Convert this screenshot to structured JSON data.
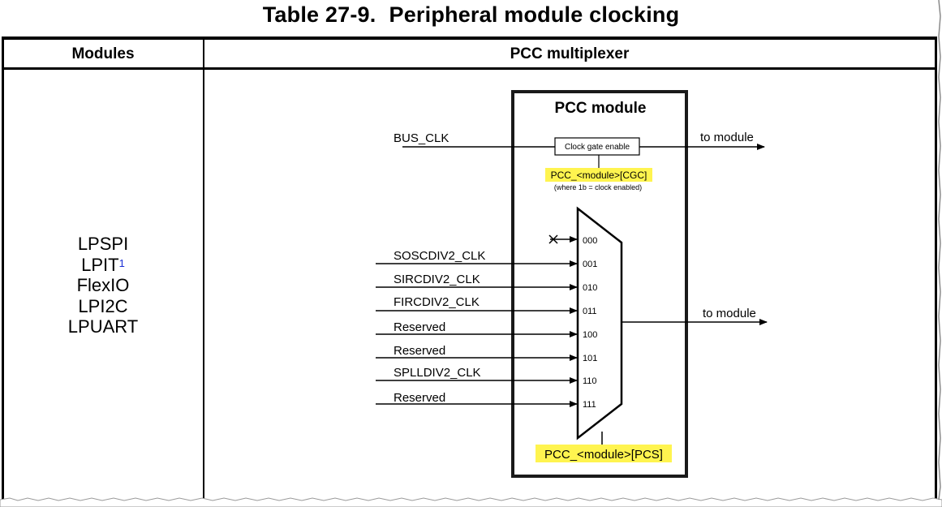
{
  "title": {
    "number": "Table 27-9.",
    "text": "Peripheral module clocking"
  },
  "columns": {
    "modules": "Modules",
    "mux": "PCC multiplexer"
  },
  "modules": [
    {
      "name": "LPSPI",
      "footnote": ""
    },
    {
      "name": "LPIT",
      "footnote": "1"
    },
    {
      "name": "FlexIO",
      "footnote": ""
    },
    {
      "name": "LPI2C",
      "footnote": ""
    },
    {
      "name": "LPUART",
      "footnote": ""
    }
  ],
  "diagram": {
    "box_title": "PCC module",
    "bus_clk": "BUS_CLK",
    "gate_label": "Clock gate enable",
    "gate_to": "to module",
    "cgc_register": "PCC_<module>[CGC]",
    "cgc_note": "(where 1b = clock enabled)",
    "mux_inputs": [
      {
        "code": "000",
        "signal": ""
      },
      {
        "code": "001",
        "signal": "SOSCDIV2_CLK"
      },
      {
        "code": "010",
        "signal": "SIRCDIV2_CLK"
      },
      {
        "code": "011",
        "signal": "FIRCDIV2_CLK"
      },
      {
        "code": "100",
        "signal": "Reserved"
      },
      {
        "code": "101",
        "signal": "Reserved"
      },
      {
        "code": "110",
        "signal": "SPLLDIV2_CLK"
      },
      {
        "code": "111",
        "signal": "Reserved"
      }
    ],
    "mux_to": "to module",
    "pcs_register": "PCC_<module>[PCS]",
    "highlight_color": "#fff44f"
  }
}
